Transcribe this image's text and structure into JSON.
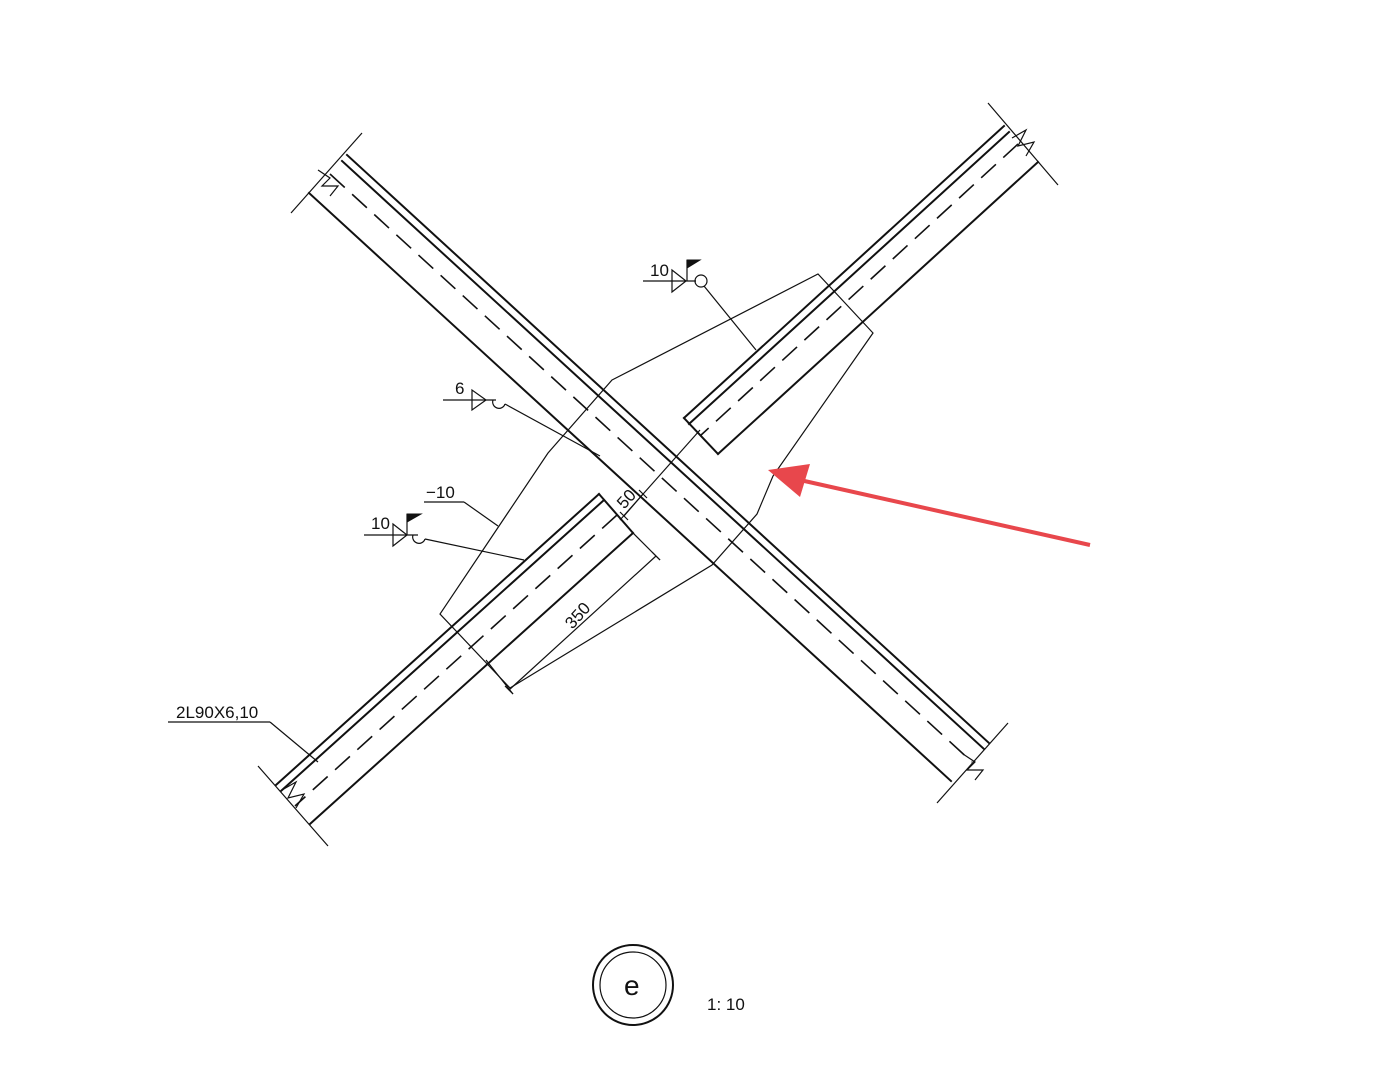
{
  "labels": {
    "weld_top": "10",
    "weld_mid": "6",
    "plate_thickness": "−10",
    "weld_left": "10",
    "member_spec": "2L90X6,10",
    "dim_offset": "50",
    "dim_length": "350",
    "detail_id": "e",
    "scale": "1: 10"
  },
  "colors": {
    "line": "#111111",
    "arrow": "#e8474c"
  },
  "icons": {
    "detail_marker": "double-circle",
    "annotation_arrow": "arrow-icon"
  }
}
